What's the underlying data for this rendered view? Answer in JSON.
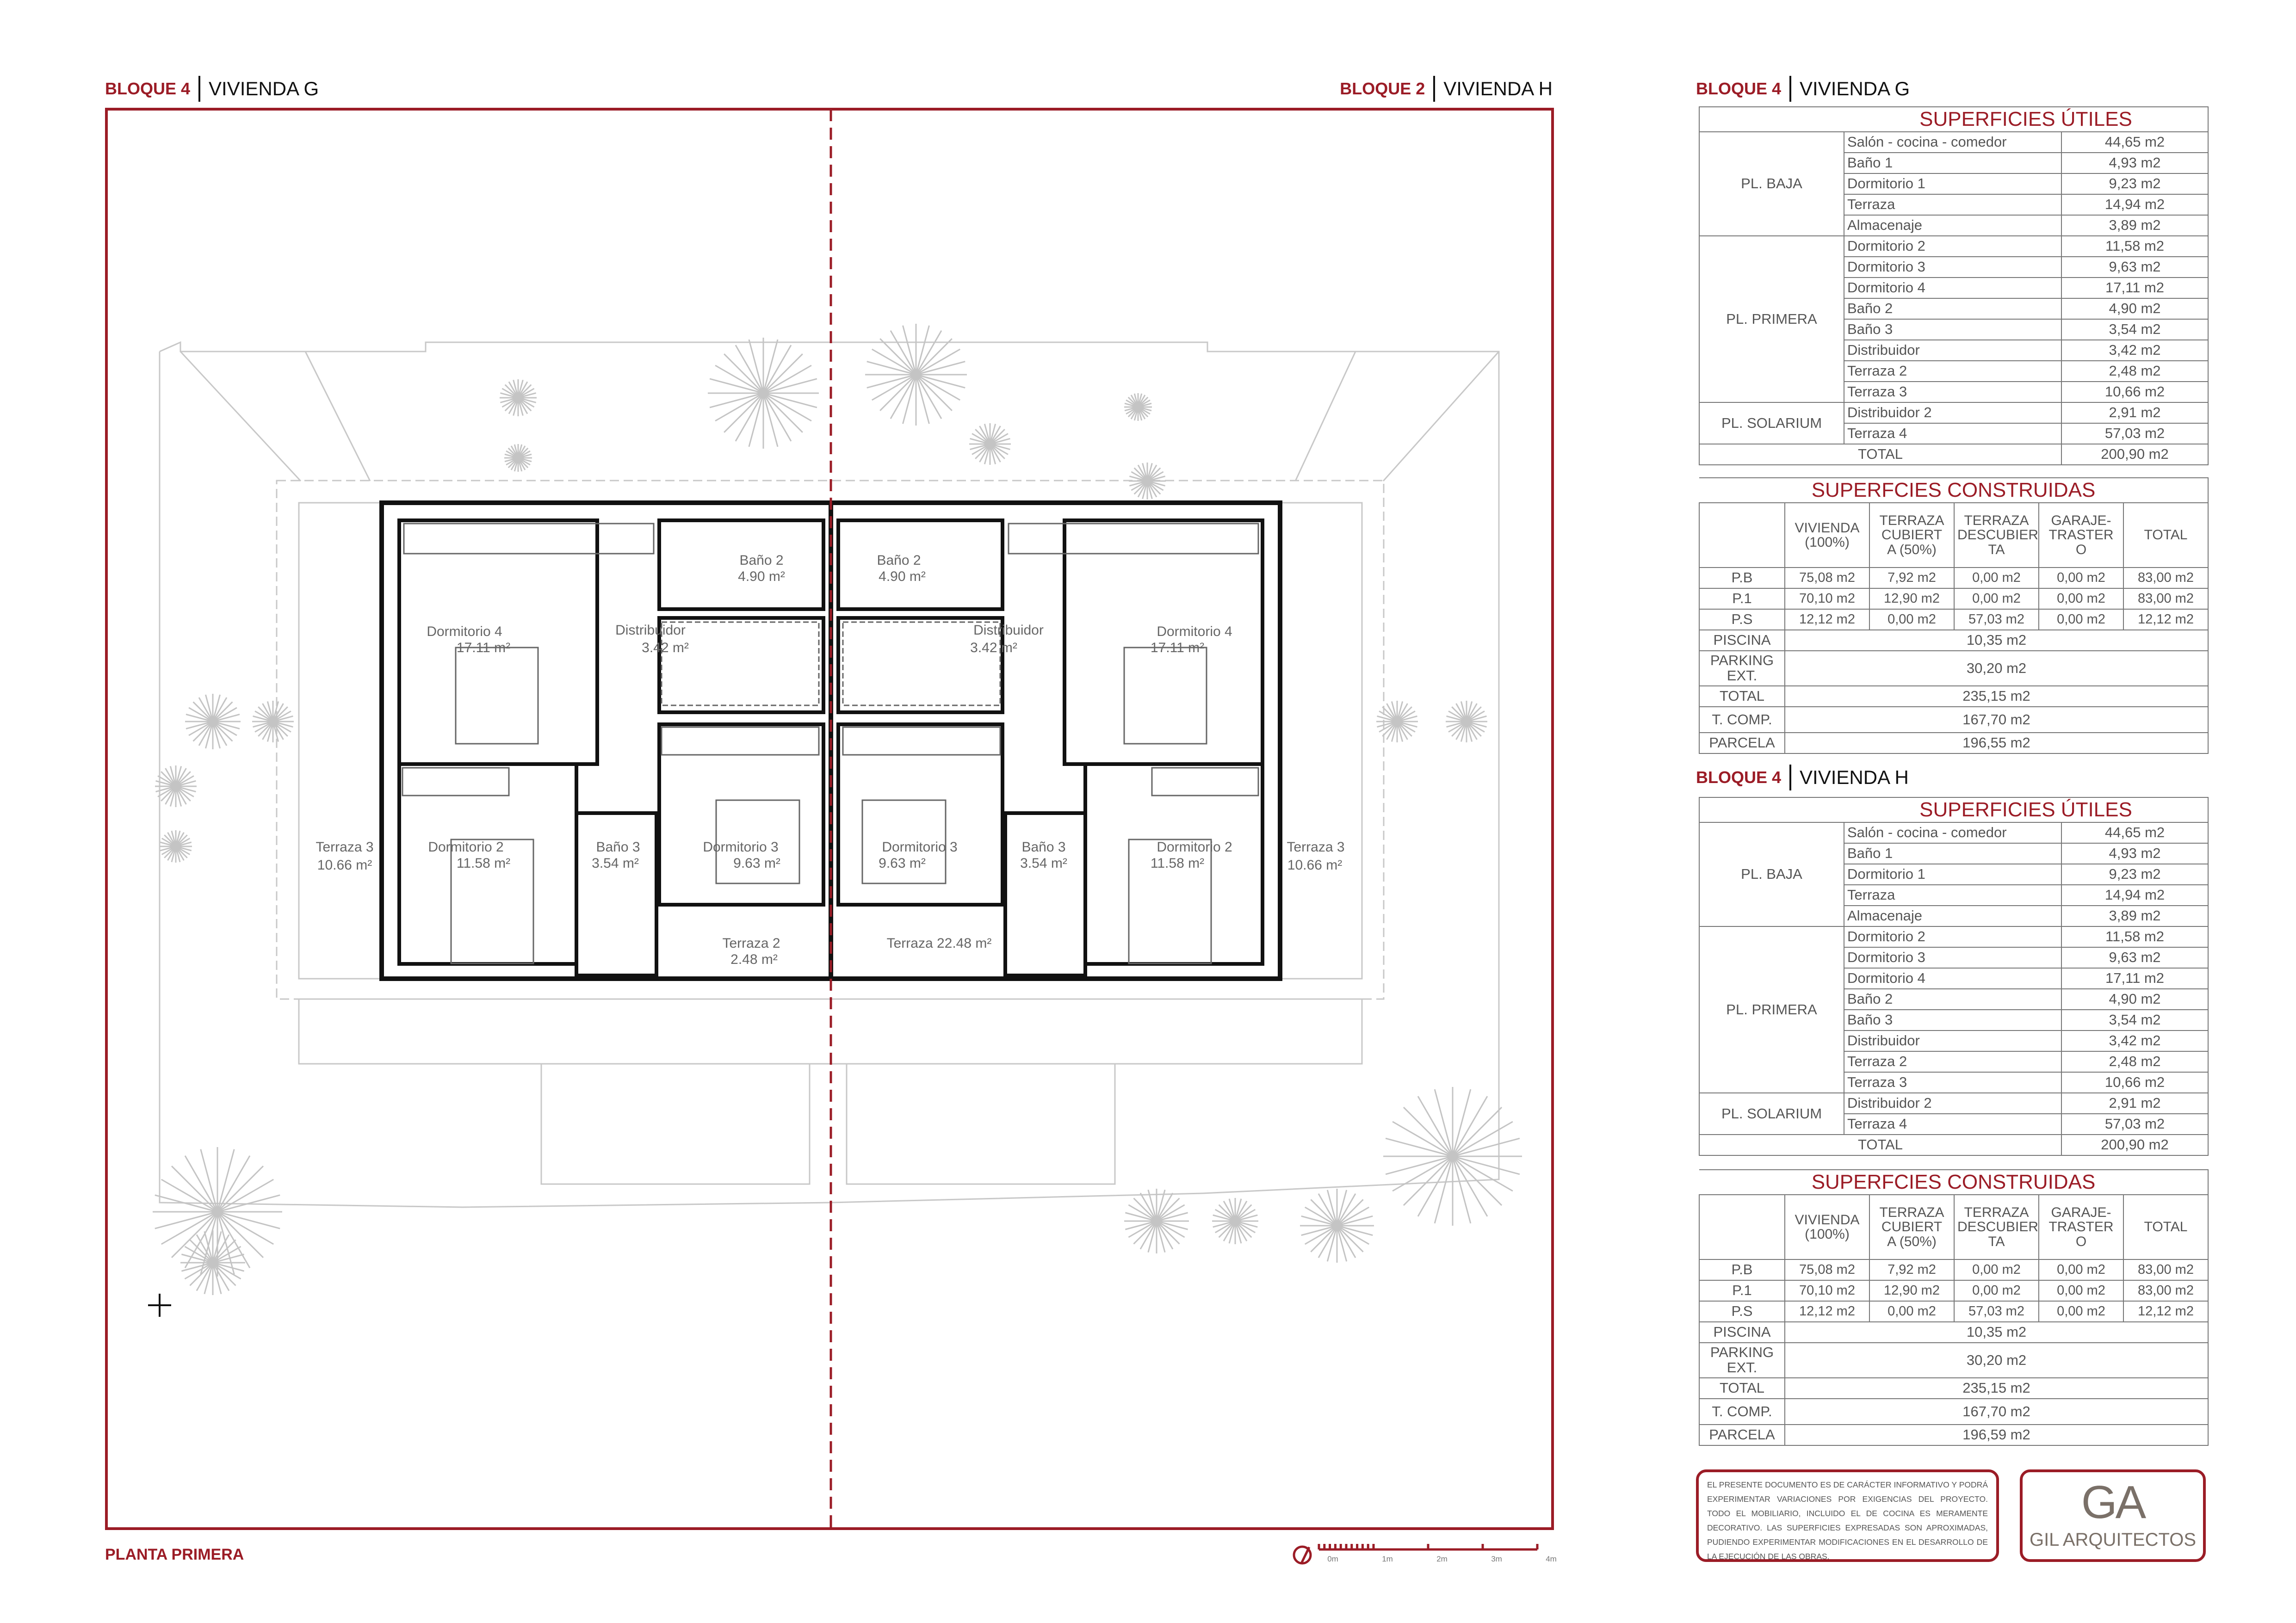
{
  "plan": {
    "left_header": {
      "bloque": "BLOQUE 4",
      "vivienda": "VIVIENDA G"
    },
    "right_header": {
      "bloque": "BLOQUE 2",
      "vivienda": "VIVIENDA H"
    },
    "title": "PLANTA PRIMERA",
    "left_rooms": [
      {
        "name": "Dormitorio 4",
        "area": "17.11 m²"
      },
      {
        "name": "Baño 2",
        "area": "4.90 m²"
      },
      {
        "name": "Distribuidor",
        "area": "3.42 m²"
      },
      {
        "name": "Terraza 3",
        "area": "10.66 m²"
      },
      {
        "name": "Dormitorio 2",
        "area": "11.58 m²"
      },
      {
        "name": "Baño 3",
        "area": "3.54 m²"
      },
      {
        "name": "Dormitorio 3",
        "area": "9.63 m²"
      },
      {
        "name": "Terraza 2",
        "area": "2.48 m²"
      }
    ],
    "right_rooms": [
      {
        "name": "Dormitorio 4",
        "area": "17.11 m²"
      },
      {
        "name": "Baño 2",
        "area": "4.90 m²"
      },
      {
        "name": "Distribuidor",
        "area": "3.42 m²"
      },
      {
        "name": "Terraza 3",
        "area": "10.66 m²"
      },
      {
        "name": "Dormitorio 2",
        "area": "11.58 m²"
      },
      {
        "name": "Baño 3",
        "area": "3.54 m²"
      },
      {
        "name": "Dormitorio 3",
        "area": "9.63 m²"
      },
      {
        "name": "Terraza 22.48 m²",
        "area": ""
      }
    ]
  },
  "scale": {
    "labels": [
      "0m",
      "1m",
      "2m",
      "3m",
      "4m"
    ]
  },
  "blocks": [
    {
      "bloque": "BLOQUE 4",
      "vivienda": "VIVIENDA G",
      "utiles": {
        "title": "SUPERFICIES ÚTILES",
        "groups": [
          {
            "floor": "PL. BAJA",
            "rows": [
              [
                "Salón - cocina - comedor",
                "44,65 m2"
              ],
              [
                "Baño 1",
                "4,93 m2"
              ],
              [
                "Dormitorio 1",
                "9,23 m2"
              ],
              [
                "Terraza",
                "14,94 m2"
              ],
              [
                "Almacenaje",
                "3,89 m2"
              ]
            ]
          },
          {
            "floor": "PL. PRIMERA",
            "rows": [
              [
                "Dormitorio 2",
                "11,58 m2"
              ],
              [
                "Dormitorio 3",
                "9,63 m2"
              ],
              [
                "Dormitorio 4",
                "17,11 m2"
              ],
              [
                "Baño 2",
                "4,90 m2"
              ],
              [
                "Baño 3",
                "3,54 m2"
              ],
              [
                "Distribuidor",
                "3,42 m2"
              ],
              [
                "Terraza 2",
                "2,48 m2"
              ],
              [
                "Terraza 3",
                "10,66 m2"
              ]
            ]
          },
          {
            "floor": "PL. SOLARIUM",
            "rows": [
              [
                "Distribuidor 2",
                "2,91 m2"
              ],
              [
                "Terraza 4",
                "57,03 m2"
              ]
            ]
          }
        ],
        "total_label": "TOTAL",
        "total": "200,90 m2"
      },
      "construidas": {
        "title": "SUPERFCIES CONSTRUIDAS",
        "headers": [
          "VIVIENDA\n(100%)",
          "TERRAZA\nCUBIERT\nA (50%)",
          "TERRAZA\nDESCUBIER\nTA",
          "GARAJE-\nTRASTER\nO",
          "TOTAL"
        ],
        "rows": [
          {
            "label": "P.B",
            "values": [
              "75,08 m2",
              "7,92 m2",
              "0,00 m2",
              "0,00 m2",
              "83,00 m2"
            ]
          },
          {
            "label": "P.1",
            "values": [
              "70,10 m2",
              "12,90 m2",
              "0,00 m2",
              "0,00 m2",
              "83,00 m2"
            ]
          },
          {
            "label": "P.S",
            "values": [
              "12,12 m2",
              "0,00 m2",
              "57,03 m2",
              "0,00 m2",
              "12,12 m2"
            ]
          }
        ],
        "merged": [
          {
            "label": "PISCINA",
            "value": "10,35 m2"
          },
          {
            "label": "PARKING EXT.",
            "value": "30,20 m2"
          },
          {
            "label": "TOTAL",
            "value": "235,15 m2"
          },
          {
            "label": "T. COMP.",
            "value": "167,70 m2"
          },
          {
            "label": "PARCELA",
            "value": "196,55 m2"
          }
        ]
      }
    },
    {
      "bloque": "BLOQUE 4",
      "vivienda": "VIVIENDA H",
      "utiles": {
        "title": "SUPERFICIES ÚTILES",
        "groups": [
          {
            "floor": "PL. BAJA",
            "rows": [
              [
                "Salón - cocina - comedor",
                "44,65 m2"
              ],
              [
                "Baño 1",
                "4,93 m2"
              ],
              [
                "Dormitorio 1",
                "9,23 m2"
              ],
              [
                "Terraza",
                "14,94 m2"
              ],
              [
                "Almacenaje",
                "3,89 m2"
              ]
            ]
          },
          {
            "floor": "PL. PRIMERA",
            "rows": [
              [
                "Dormitorio 2",
                "11,58 m2"
              ],
              [
                "Dormitorio 3",
                "9,63 m2"
              ],
              [
                "Dormitorio 4",
                "17,11 m2"
              ],
              [
                "Baño 2",
                "4,90 m2"
              ],
              [
                "Baño 3",
                "3,54 m2"
              ],
              [
                "Distribuidor",
                "3,42 m2"
              ],
              [
                "Terraza 2",
                "2,48 m2"
              ],
              [
                "Terraza 3",
                "10,66 m2"
              ]
            ]
          },
          {
            "floor": "PL. SOLARIUM",
            "rows": [
              [
                "Distribuidor 2",
                "2,91 m2"
              ],
              [
                "Terraza 4",
                "57,03 m2"
              ]
            ]
          }
        ],
        "total_label": "TOTAL",
        "total": "200,90 m2"
      },
      "construidas": {
        "title": "SUPERFCIES CONSTRUIDAS",
        "headers": [
          "VIVIENDA\n(100%)",
          "TERRAZA\nCUBIERT\nA (50%)",
          "TERRAZA\nDESCUBIER\nTA",
          "GARAJE-\nTRASTER\nO",
          "TOTAL"
        ],
        "rows": [
          {
            "label": "P.B",
            "values": [
              "75,08 m2",
              "7,92 m2",
              "0,00 m2",
              "0,00 m2",
              "83,00 m2"
            ]
          },
          {
            "label": "P.1",
            "values": [
              "70,10 m2",
              "12,90 m2",
              "0,00 m2",
              "0,00 m2",
              "83,00 m2"
            ]
          },
          {
            "label": "P.S",
            "values": [
              "12,12 m2",
              "0,00 m2",
              "57,03 m2",
              "0,00 m2",
              "12,12 m2"
            ]
          }
        ],
        "merged": [
          {
            "label": "PISCINA",
            "value": "10,35 m2"
          },
          {
            "label": "PARKING EXT.",
            "value": "30,20 m2"
          },
          {
            "label": "TOTAL",
            "value": "235,15 m2"
          },
          {
            "label": "T. COMP.",
            "value": "167,70 m2"
          },
          {
            "label": "PARCELA",
            "value": "196,59 m2"
          }
        ]
      }
    }
  ],
  "disclaimer": "EL PRESENTE DOCUMENTO ES DE CARÁCTER INFORMATIVO Y PODRÁ EXPERIMENTAR VARIACIONES POR EXIGENCIAS DEL PROYECTO. TODO EL MOBILIARIO, INCLUIDO EL DE COCINA ES MERAMENTE DECORATIVO. LAS SUPERFICIES EXPRESADAS SON APROXIMADAS, PUDIENDO EXPERIMENTAR MODIFICACIONES EN EL DESARROLLO DE LA EJECUCIÓN DE LAS OBRAS.",
  "logo": {
    "mark": "GA",
    "name": "GIL ARQUITECTOS"
  },
  "colors": {
    "accent": "#9b1c26",
    "text": "#555555",
    "walls": "#111111"
  }
}
